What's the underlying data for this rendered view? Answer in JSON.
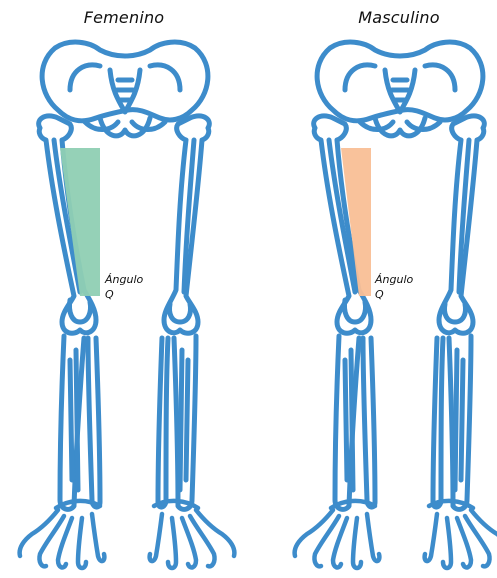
{
  "figures": [
    {
      "title": "Femenino",
      "angle_label_line1": "Ángulo",
      "angle_label_line2": "Q",
      "highlight_color": "#8fcfb3"
    },
    {
      "title": "Masculino",
      "angle_label_line1": "Ángulo",
      "angle_label_line2": "Q",
      "highlight_color": "#f9bf96"
    }
  ],
  "colors": {
    "bone_outline": "#3d8ccb"
  }
}
